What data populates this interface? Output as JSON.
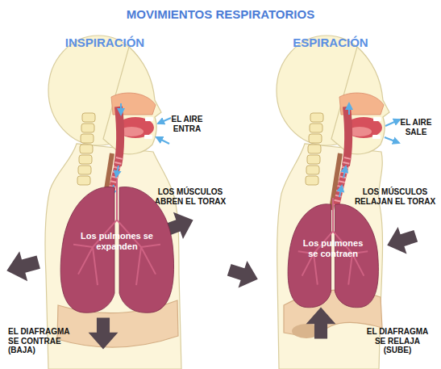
{
  "diagram": {
    "title": "MOVIMIENTOS RESPIRATORIOS",
    "nodes": [
      {
        "text": [
          "Los pulmones se expanden"
        ]
      },
      {
        "text": [
          "Los pulmones se contraen"
        ]
      }
    ],
    "labels": [
      "INSPIRACIÓN",
      "ESPIRACIÓN",
      "EL AIRE ENTRA",
      "EL AIRE SALE",
      "LOS MÚSCULOS ABREN EL TORAX",
      "LOS MÚSCULOS RELAJAN EL TORAX",
      "EL DIAFRAGMA SE CONTRAE (BAJA)",
      "EL DIAFRAGMA SE RELAJA (SUBE)"
    ]
  }
}
